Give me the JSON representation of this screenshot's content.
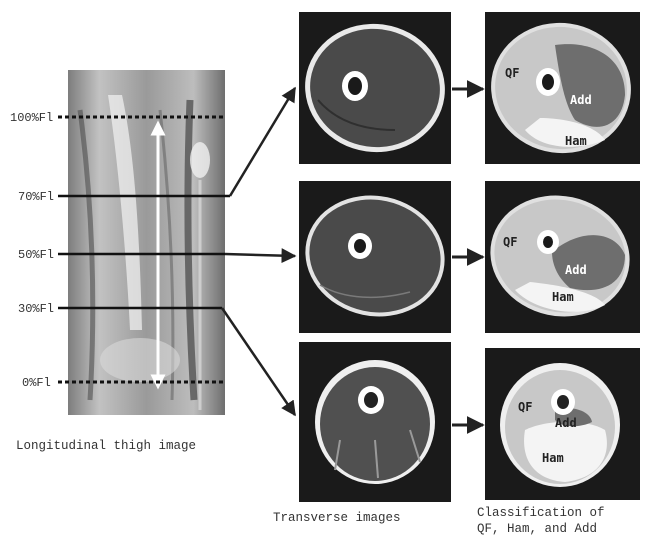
{
  "levels": [
    "100%Fl",
    "70%Fl",
    "50%Fl",
    "30%Fl",
    "0%Fl"
  ],
  "muscle_labels": {
    "qf": "QF",
    "add": "Add",
    "ham": "Ham"
  },
  "captions": {
    "longitudinal": "Longitudinal thigh image",
    "transverse": "Transverse images",
    "classification_line1": "Classification of",
    "classification_line2": "QF, Ham, and Add"
  },
  "colors": {
    "panel_background": "#1a1a1a",
    "muscle_gray": "#4a4a4a",
    "quadriceps_light": "#c8c8c8",
    "adductor_mid": "#6e6e6e",
    "hamstring_white": "#f4f4f4",
    "arrow": "#222222"
  }
}
